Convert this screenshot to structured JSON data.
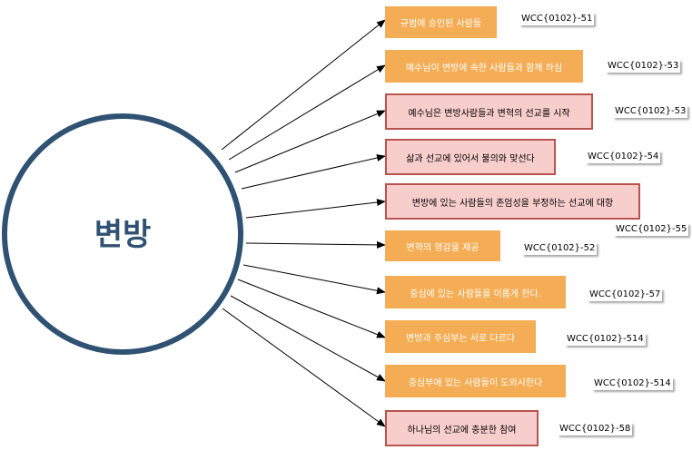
{
  "colors": {
    "circle_stroke": "#2f5273",
    "circle_text": "#2f5273",
    "orange_fill": "#f5ad55",
    "pink_fill": "#f8cecc",
    "pink_stroke": "#b85450",
    "arrow": "#000000"
  },
  "center": {
    "label": "변방"
  },
  "nodes": [
    {
      "text": "규범에 승인된 사람들",
      "style": "orange",
      "ref": "WCC{0102}-51"
    },
    {
      "text": "예수님이 변방에 속한 사람들과 함께 하심",
      "style": "orange",
      "ref": "WCC{0102}-53"
    },
    {
      "text": "예수님은 변방사람들과 변혁의 선교를 시작",
      "style": "pink",
      "ref": "WCC{0102}-53"
    },
    {
      "text": "삶과 선교에 있어서 불의와 맞선다",
      "style": "pink",
      "ref": "WCC{0102}-54"
    },
    {
      "text": "변방에 있는 사람들의 존엄성을 부정하는 선교에 대항",
      "style": "pink",
      "ref": "WCC{0102}-55"
    },
    {
      "text": "변혁의 영감을 제공",
      "style": "orange",
      "ref": "WCC{0102}-52"
    },
    {
      "text": "중심에 있는 사람들을 이롭게 한다.",
      "style": "orange",
      "ref": "WCC{0102}-57"
    },
    {
      "text": "변방과 주심부는 서로 다르다",
      "style": "orange",
      "ref": "WCC{0102}-514"
    },
    {
      "text": "중심부에 있는 사람들이 도외시한다",
      "style": "orange",
      "ref": "WCC{0102}-514"
    },
    {
      "text": "하나님의 선교에 충분한 참여",
      "style": "pink",
      "ref": "WCC{0102}-58"
    }
  ]
}
